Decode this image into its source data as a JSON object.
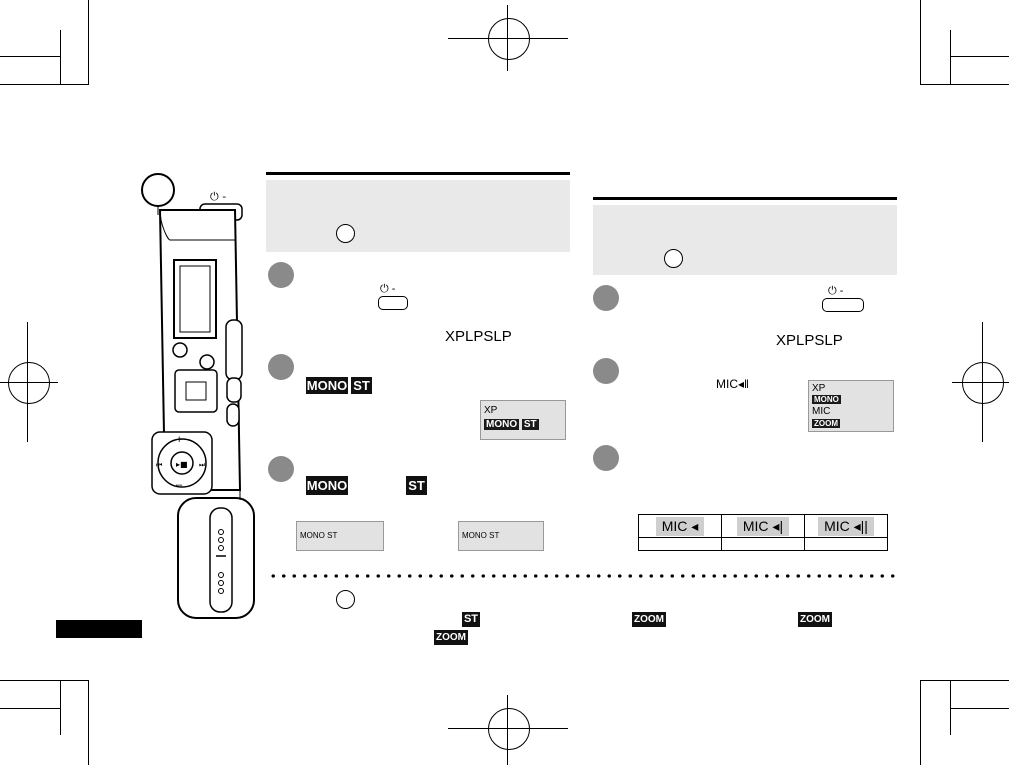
{
  "left_section": {
    "mode_line": "XPLPSLP",
    "badges": [
      "MONO",
      "ST"
    ],
    "step3_badges": [
      "MONO",
      "ST"
    ],
    "display_example": {
      "line1": "XP",
      "line2_a": "MONO",
      "line2_b": "ST"
    },
    "display_small_a": "MONO ST",
    "display_small_b": "MONO ST"
  },
  "right_section": {
    "mode_line": "XPLPSLP",
    "mic_label": "MIC",
    "display_example": {
      "line1": "XP",
      "line2": "MONO",
      "line3": "MIC",
      "line4": "ZOOM"
    },
    "mic_levels": [
      "MIC",
      "MIC",
      "MIC"
    ]
  },
  "note": {
    "badge_st": "ST",
    "badge_zoom_1": "ZOOM",
    "badge_zoom_2": "ZOOM",
    "badge_zoom_3": "ZOOM"
  },
  "device": {
    "controls": [
      "+",
      "–"
    ]
  }
}
